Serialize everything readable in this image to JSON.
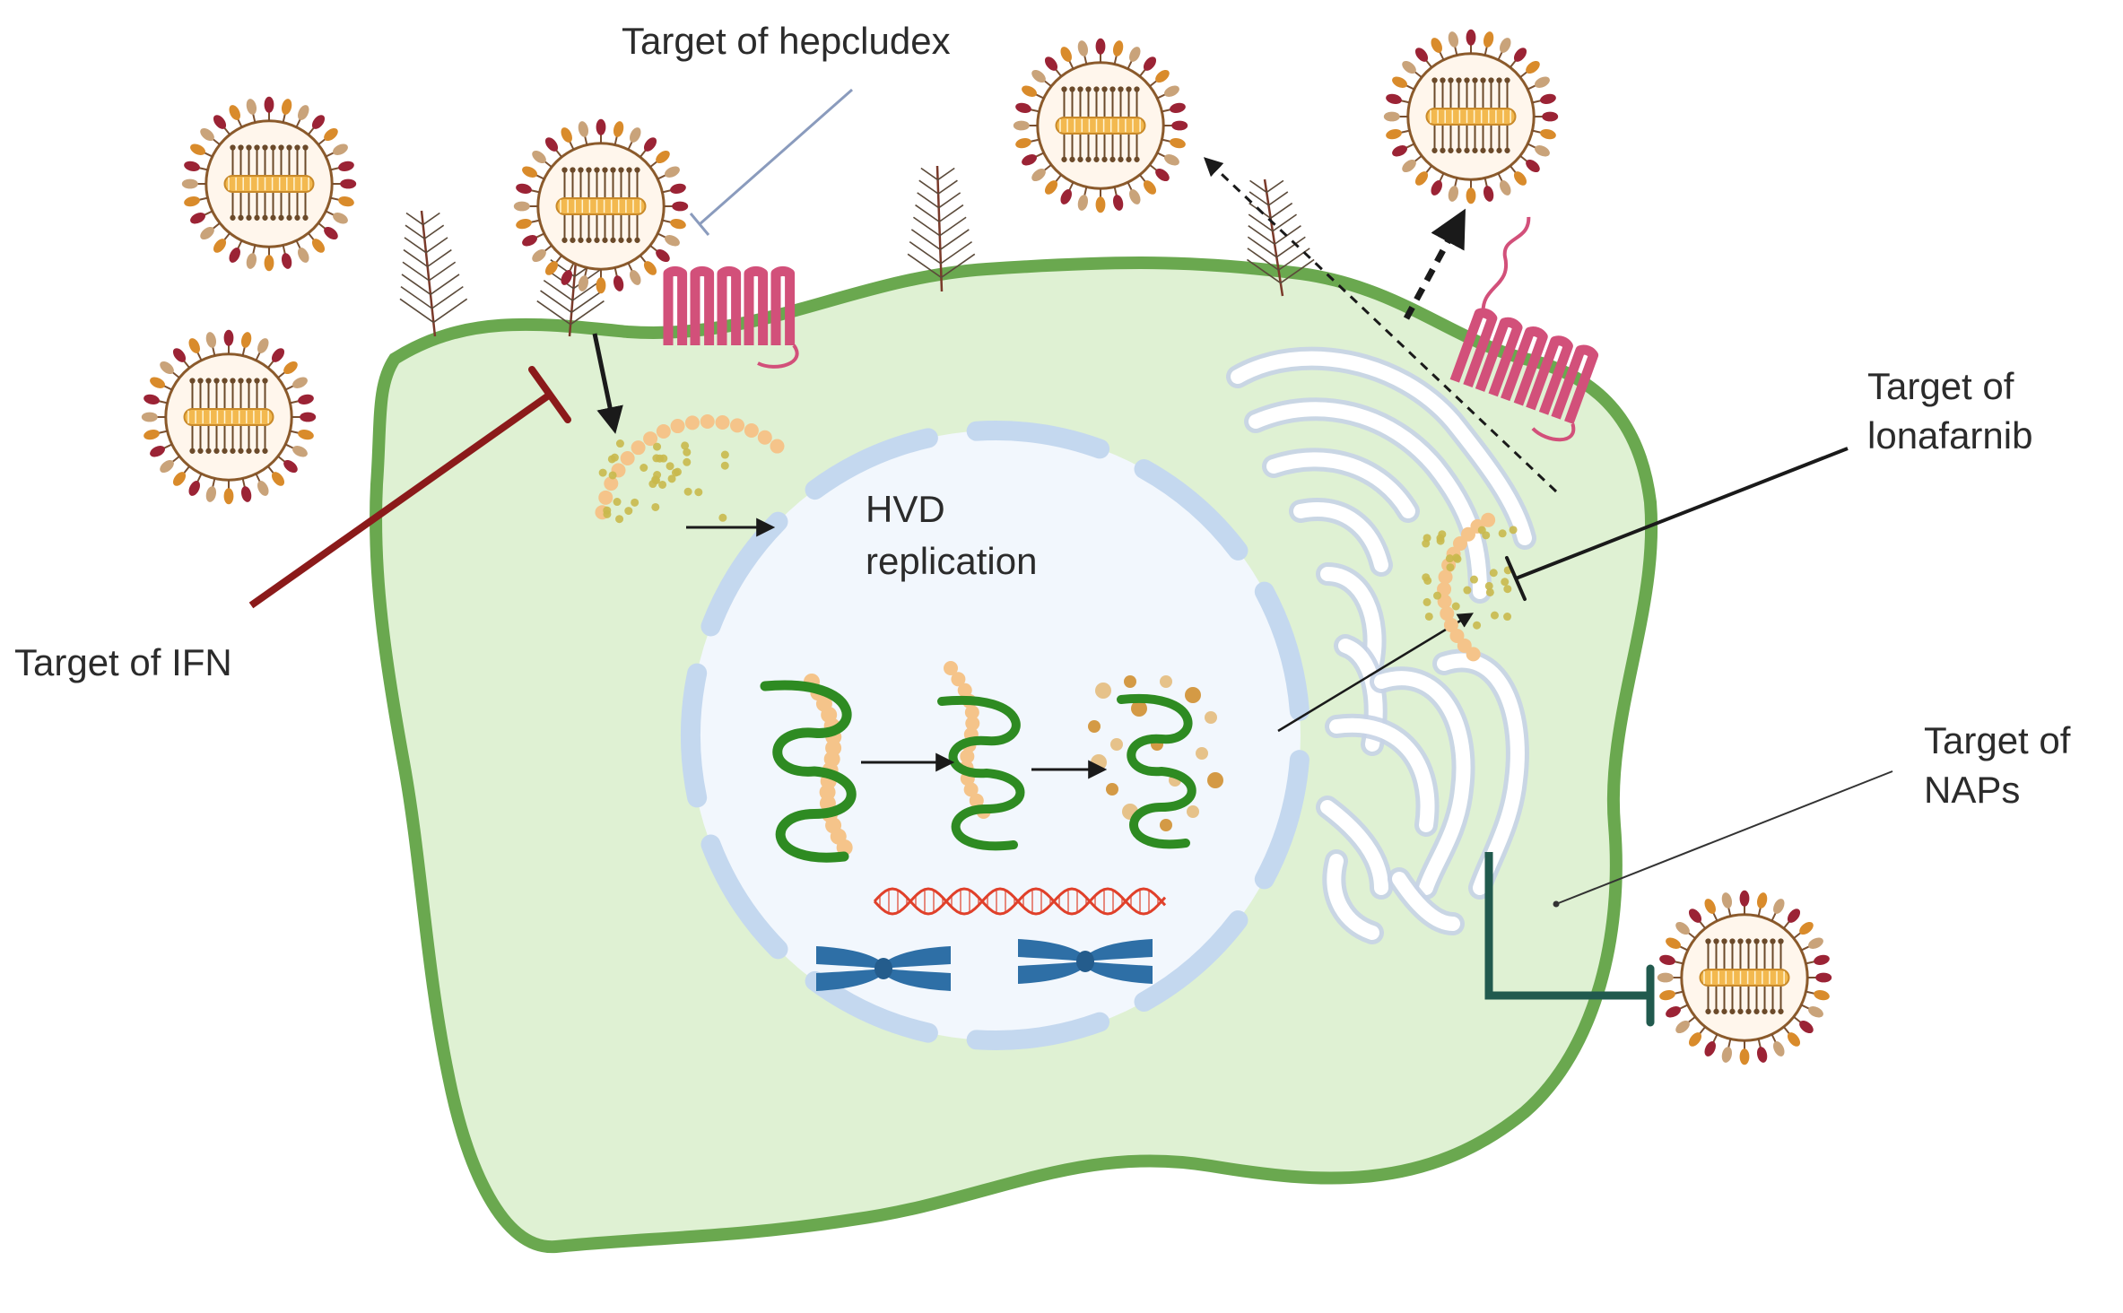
{
  "labels": {
    "hepcludex": "Target of hepcludex",
    "ifn": "Target of IFN",
    "lonafarnib_line1": "Target of",
    "lonafarnib_line2": "lonafarnib",
    "naps_line1": "Target of",
    "naps_line2": "NAPs",
    "replication_line1": "HVD",
    "replication_line2": "replication"
  },
  "colors": {
    "cell_fill": "#dff1d3",
    "cell_membrane": "#6aa84f",
    "nucleus_fill": "#f2f7fd",
    "nuclear_envelope": "#c4d8ef",
    "receptor": "#d2507a",
    "ifn_inhibitor": "#8b1a1a",
    "nap_inhibitor": "#215a4e",
    "hepcludex_line": "#8a9bbd",
    "virion_spike_red": "#9b2335",
    "virion_spike_orange": "#d98b2b",
    "virion_spike_tan": "#c9a37a",
    "virion_core": "#f3b94f",
    "rna_green": "#2e8b22",
    "hdag_beads": "#f5c48a",
    "dna_red": "#e0402a",
    "chromosome_blue": "#2e6fa6",
    "er_golgi": "#c7d3e6"
  }
}
